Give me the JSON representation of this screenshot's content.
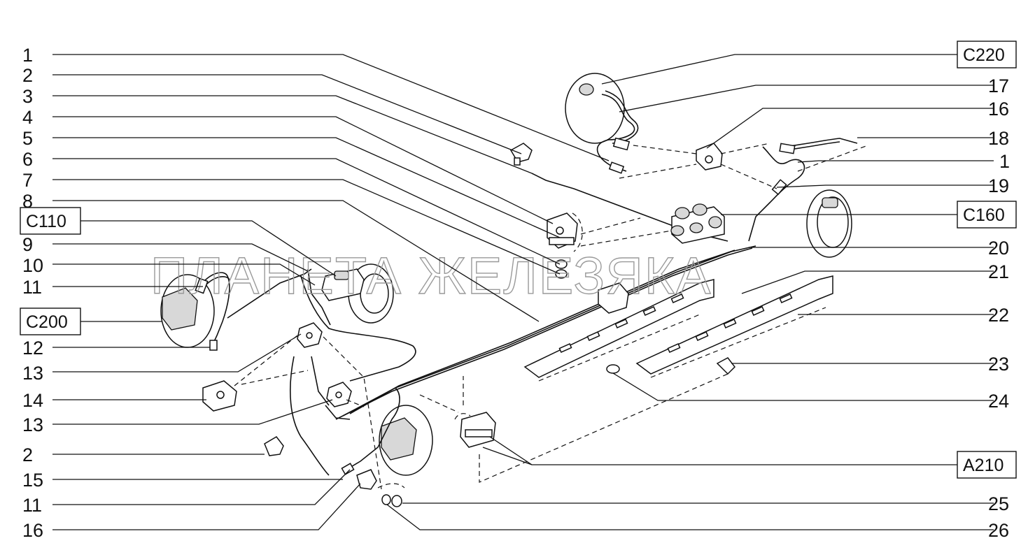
{
  "watermark": "ПЛАНЕТА ЖЕЛЕЗЯКА",
  "left_numbers": [
    "1",
    "2",
    "3",
    "4",
    "5",
    "6",
    "7",
    "8",
    "9",
    "10",
    "11",
    "12",
    "13",
    "14",
    "13",
    "2",
    "15",
    "11",
    "16"
  ],
  "right_numbers": [
    "17",
    "16",
    "18",
    "1",
    "19",
    "20",
    "21",
    "22",
    "23",
    "24",
    "25",
    "26"
  ],
  "codes": {
    "c220": "C220",
    "c160": "C160",
    "c110": "C110",
    "c200": "C200",
    "a210": "A210"
  }
}
